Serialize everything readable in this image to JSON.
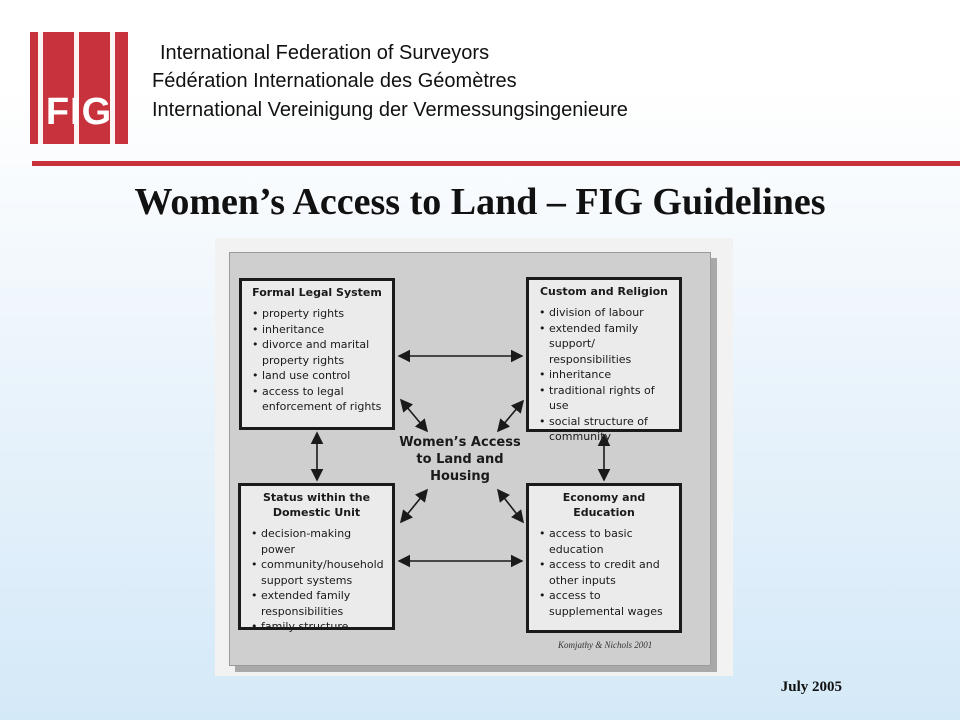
{
  "header": {
    "logo_text": "FIG",
    "org_lines": [
      "International Federation of Surveyors",
      "Fédération Internationale des Géomètres",
      "International Vereinigung der Vermessungsingenieure"
    ]
  },
  "title": "Women’s Access to Land – FIG Guidelines",
  "diagram": {
    "center_lines": [
      "Women’s Access",
      "to Land and",
      "Housing"
    ],
    "boxes": [
      {
        "title": "Formal Legal System",
        "items": [
          "property rights",
          "inheritance",
          "divorce and marital\nproperty rights",
          "land use control",
          "access to legal\nenforcement of rights"
        ]
      },
      {
        "title": "Custom and Religion",
        "items": [
          "division of labour",
          "extended family\nsupport/\nresponsibilities",
          "inheritance",
          "traditional rights of use",
          "social structure of\ncommunity"
        ]
      },
      {
        "title": "Status within the\nDomestic Unit",
        "items": [
          "decision-making power",
          "community/household\nsupport systems",
          "extended family\nresponsibilities",
          "family structure"
        ]
      },
      {
        "title": "Economy and\nEducation",
        "items": [
          "access to basic\neducation",
          "access to credit and\nother inputs",
          "access to\nsupplemental wages"
        ]
      }
    ],
    "credit": "Komjathy & Nichols 2001"
  },
  "footer": {
    "date": "July 2005"
  },
  "colors": {
    "accent": "#c8323c"
  }
}
